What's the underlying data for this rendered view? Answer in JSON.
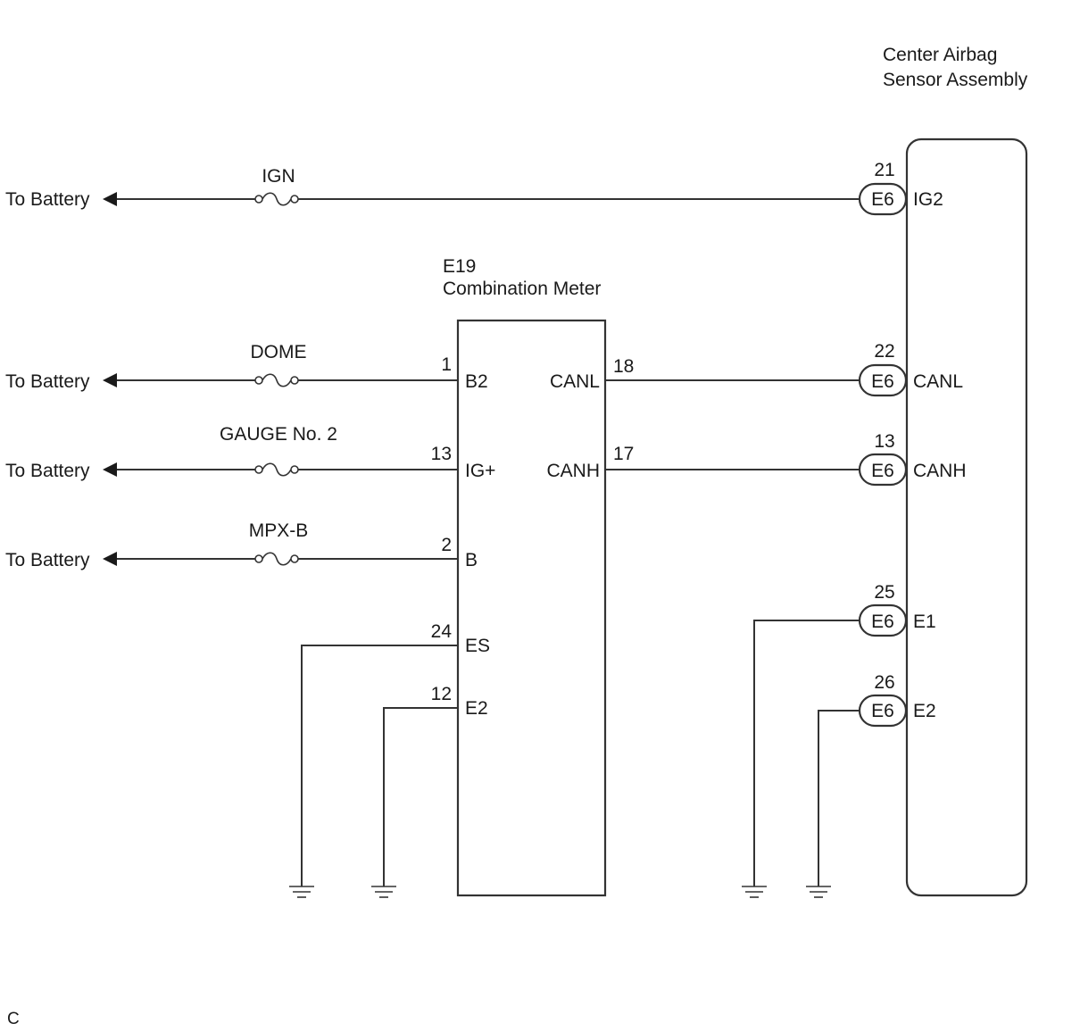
{
  "airbag_sensor": {
    "name_line1": "Center Airbag",
    "name_line2": "Sensor Assembly",
    "connector": "E6",
    "pins": [
      {
        "num": "21",
        "label": "IG2"
      },
      {
        "num": "22",
        "label": "CANL"
      },
      {
        "num": "13",
        "label": "CANH"
      },
      {
        "num": "25",
        "label": "E1"
      },
      {
        "num": "26",
        "label": "E2"
      }
    ]
  },
  "combination_meter": {
    "code": "E19",
    "name": "Combination Meter",
    "left_pins": [
      {
        "num": "1",
        "label": "B2"
      },
      {
        "num": "13",
        "label": "IG+"
      },
      {
        "num": "2",
        "label": "B"
      },
      {
        "num": "24",
        "label": "ES"
      },
      {
        "num": "12",
        "label": "E2"
      }
    ],
    "right_pins": [
      {
        "num": "18",
        "label": "CANL"
      },
      {
        "num": "17",
        "label": "CANH"
      }
    ]
  },
  "battery_lines": [
    {
      "text": "To Battery",
      "fuse": "IGN"
    },
    {
      "text": "To Battery",
      "fuse": "DOME"
    },
    {
      "text": "To Battery",
      "fuse": "GAUGE No. 2"
    },
    {
      "text": "To Battery",
      "fuse": "MPX-B"
    }
  ],
  "footer_code": "C"
}
